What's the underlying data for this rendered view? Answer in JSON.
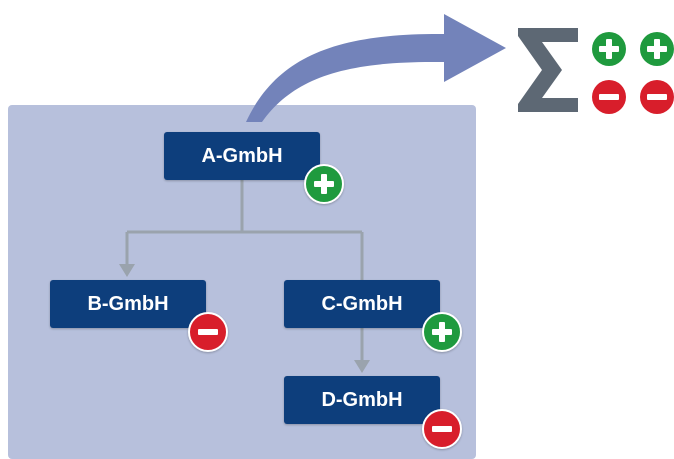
{
  "nodes": {
    "a": {
      "label": "A-GmbH",
      "result": "plus"
    },
    "b": {
      "label": "B-GmbH",
      "result": "minus"
    },
    "c": {
      "label": "C-GmbH",
      "result": "plus"
    },
    "d": {
      "label": "D-GmbH",
      "result": "minus"
    }
  },
  "summary": {
    "symbol": "Σ",
    "results": [
      "plus",
      "plus",
      "minus",
      "minus"
    ]
  },
  "colors": {
    "panel": "#b7c0dc",
    "node": "#0d3e7c",
    "plus": "#1f9a3e",
    "minus": "#d81e2b",
    "connector": "#9aa3ad",
    "arrow": "#7383ba",
    "sigma": "#5d6874"
  }
}
